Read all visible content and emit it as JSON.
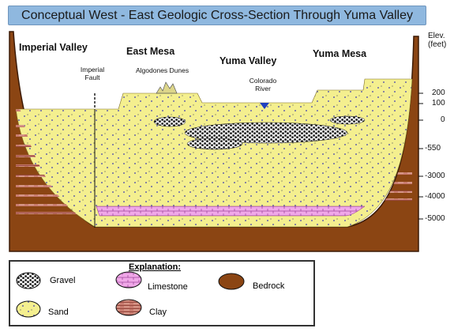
{
  "title": "Conceptual West - East Geologic Cross-Section Through Yuma Valley",
  "regions": [
    "Imperial Valley",
    "East Mesa",
    "Yuma Valley",
    "Yuma Mesa"
  ],
  "features": {
    "fault": [
      "Imperial",
      "Fault"
    ],
    "dunes": "Algodones Dunes",
    "river": [
      "Colorado",
      "River"
    ]
  },
  "elevation": {
    "header": [
      "Elev.",
      "(feet)"
    ],
    "ticks": [
      "200",
      "100",
      "0",
      "-550",
      "-3000",
      "-4000",
      "-5000"
    ]
  },
  "legend": {
    "title": "Explanation:",
    "gravel": "Gravel",
    "sand": "Sand",
    "limestone": "Limestone",
    "clay": "Clay",
    "bedrock": "Bedrock"
  },
  "colors": {
    "sand": "#f4ef8f",
    "bedrock": "#8b4513",
    "gravel": "#1c1c1c",
    "limestone": "#f0a8e8",
    "clay": "#c97c70",
    "river": "#1f3fbf",
    "title_bg": "#8fb8df"
  }
}
